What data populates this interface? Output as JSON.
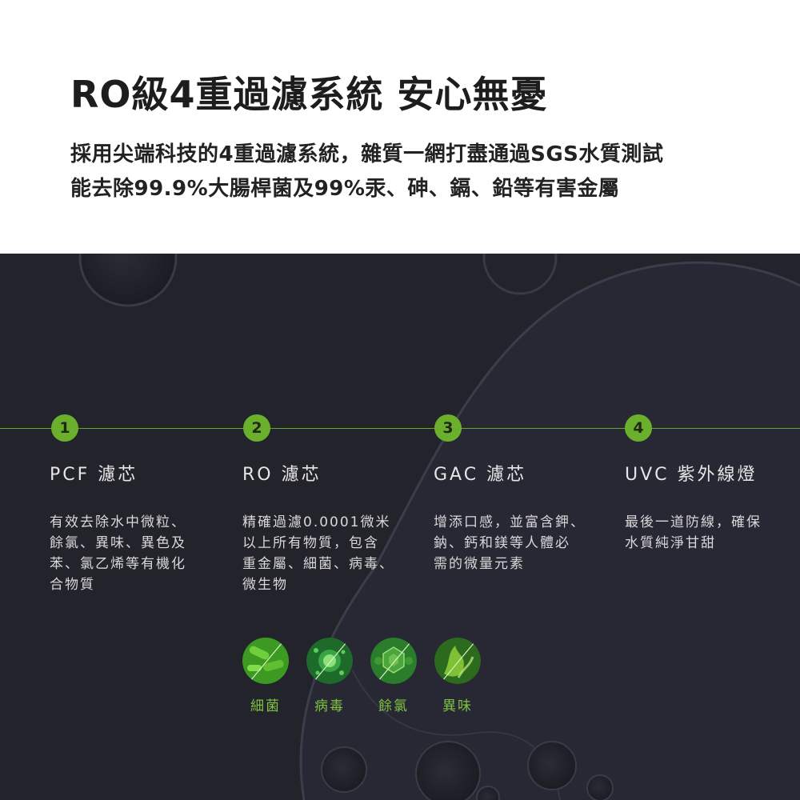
{
  "header": {
    "title": "RO級4重過濾系統 安心無憂",
    "desc_line1": "採用尖端科技的4重過濾系統，雜質一網打盡通過SGS水質測試",
    "desc_line2": "能去除99.9%大腸桿菌及99%汞、砷、鎘、鉛等有害金屬"
  },
  "colors": {
    "accent_green": "#6bb02c",
    "dark_bg": "#23232c",
    "label_green": "#7dc241"
  },
  "steps": [
    {
      "num": "1",
      "title": "PCF 濾芯",
      "desc": "有效去除水中微粒、\n餘氯、異味、異色及\n苯、氯乙烯等有機化\n合物質"
    },
    {
      "num": "2",
      "title": "RO 濾芯",
      "desc": "精確過濾0.0001微米\n以上所有物質，包含\n重金屬、細菌、病毒、\n微生物"
    },
    {
      "num": "3",
      "title": "GAC 濾芯",
      "desc": "增添口感，並富含鉀、\n鈉、鈣和鎂等人體必\n需的微量元素"
    },
    {
      "num": "4",
      "title": "UVC 紫外線燈",
      "desc": "最後一道防線，確保\n水質純淨甘甜"
    }
  ],
  "contaminants": [
    {
      "label": "細菌",
      "icon": "bacteria-icon"
    },
    {
      "label": "病毒",
      "icon": "virus-icon"
    },
    {
      "label": "餘氯",
      "icon": "chlorine-icon"
    },
    {
      "label": "異味",
      "icon": "odor-icon"
    }
  ]
}
